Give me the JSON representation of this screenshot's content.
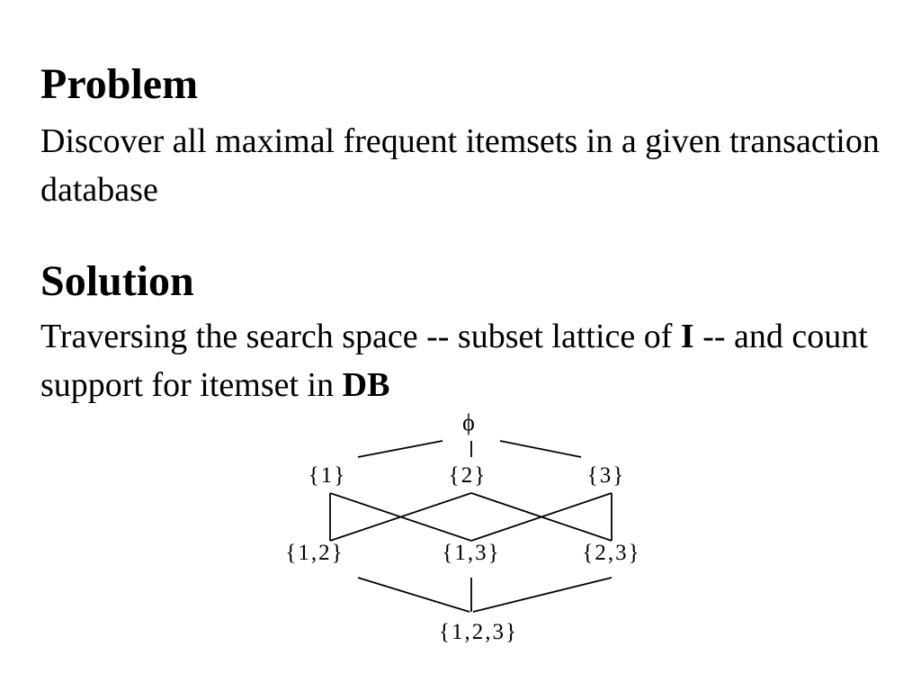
{
  "problem": {
    "heading": "Problem",
    "text": "Discover all maximal frequent itemsets in a given transaction database"
  },
  "solution": {
    "heading": "Solution",
    "text_part1": "Traversing the search space -- subset lattice of ",
    "bold_itemset": "I",
    "text_part2": " -- and count support for itemset in ",
    "bold_db": "DB"
  },
  "lattice": {
    "top": "ϕ",
    "level1": [
      "{1}",
      "{2}",
      "{3}"
    ],
    "level2": [
      "{1,2}",
      "{1,3}",
      "{2,3}"
    ],
    "bottom": "{1,2,3}"
  }
}
